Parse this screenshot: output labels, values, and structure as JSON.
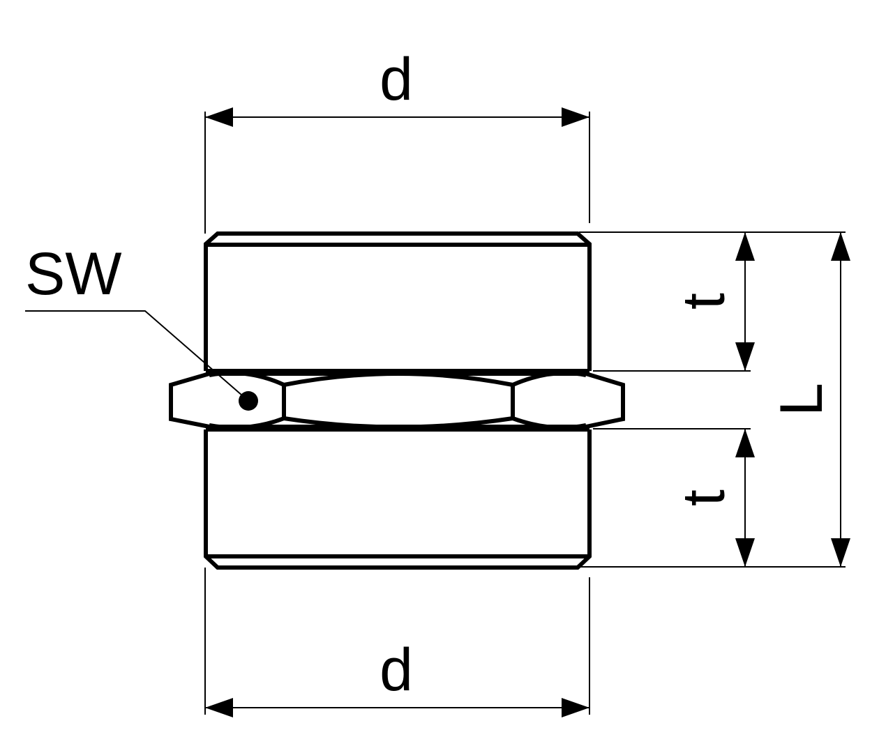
{
  "drawing": {
    "subject": "hex nipple fitting (double male thread with hexagon)",
    "line_color": "#000000",
    "background": "#ffffff"
  },
  "labels": {
    "top_diameter": "d",
    "bottom_diameter": "d",
    "wrench_size": "SW",
    "upper_thread_length": "t",
    "lower_thread_length": "t",
    "overall_length": "L"
  }
}
